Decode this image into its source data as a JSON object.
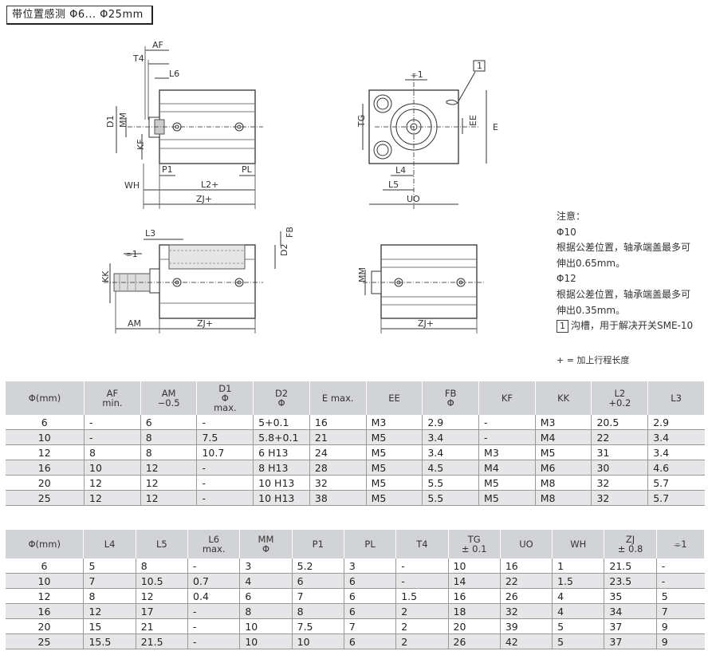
{
  "title": "带位置感测 Φ6... Φ25mm",
  "drawing_labels": {
    "AF": "AF",
    "T4": "T4",
    "L6": "L6",
    "D1": "D1",
    "MM": "MM",
    "KF": "KF",
    "P1": "P1",
    "PL": "PL",
    "WH": "WH",
    "L2": "L2+",
    "ZJ": "ZJ+",
    "slot": "⌯1",
    "callout": "1",
    "TG": "TG",
    "E": "E",
    "EE": "EE",
    "L4": "L4",
    "L5": "L5",
    "UO": "UO",
    "L3": "L3",
    "FB": "FB",
    "D2": "D2",
    "KK": "KK",
    "AM": "AM"
  },
  "notes": {
    "head": "注意：",
    "d10": "Φ10",
    "d10_text1": "根据公差位置，轴承端盖最多可",
    "d10_text2": "伸出0.65mm。",
    "d12": "Φ12",
    "d12_text1": "根据公差位置，轴承端盖最多可",
    "d12_text2": "伸出0.35mm。",
    "box": "1",
    "groove": "沟槽，用于解决开关SME-10",
    "plus": "+ = 加上行程长度"
  },
  "table1": {
    "headers": [
      {
        "l1": "Φ(mm)",
        "l2": ""
      },
      {
        "l1": "AF",
        "l2": "min."
      },
      {
        "l1": "AM",
        "l2": "−0.5"
      },
      {
        "l1": "D1",
        "l2": "Φ",
        "l3": "max."
      },
      {
        "l1": "D2",
        "l2": "Φ"
      },
      {
        "l1": "E max.",
        "l2": ""
      },
      {
        "l1": "EE",
        "l2": ""
      },
      {
        "l1": "FB",
        "l2": "Φ"
      },
      {
        "l1": "KF",
        "l2": ""
      },
      {
        "l1": "KK",
        "l2": ""
      },
      {
        "l1": "L2",
        "l2": "+0.2"
      },
      {
        "l1": "L3",
        "l2": ""
      }
    ],
    "rows": [
      [
        "6",
        "-",
        "6",
        "-",
        "5+0.1",
        "16",
        "M3",
        "2.9",
        "-",
        "M3",
        "20.5",
        "2.9"
      ],
      [
        "10",
        "-",
        "8",
        "7.5",
        "5.8+0.1",
        "21",
        "M5",
        "3.4",
        "-",
        "M4",
        "22",
        "3.4"
      ],
      [
        "12",
        "8",
        "8",
        "10.7",
        "6 H13",
        "24",
        "M5",
        "3.4",
        "M3",
        "M5",
        "31",
        "3.4"
      ],
      [
        "16",
        "10",
        "12",
        "-",
        "8 H13",
        "28",
        "M5",
        "4.5",
        "M4",
        "M6",
        "30",
        "4.6"
      ],
      [
        "20",
        "12",
        "12",
        "-",
        "10 H13",
        "32",
        "M5",
        "5.5",
        "M5",
        "M8",
        "32",
        "5.7"
      ],
      [
        "25",
        "12",
        "12",
        "-",
        "10 H13",
        "38",
        "M5",
        "5.5",
        "M5",
        "M8",
        "32",
        "5.7"
      ]
    ]
  },
  "table2": {
    "headers": [
      {
        "l1": "Φ(mm)",
        "l2": ""
      },
      {
        "l1": "L4",
        "l2": ""
      },
      {
        "l1": "L5",
        "l2": ""
      },
      {
        "l1": "L6",
        "l2": "max."
      },
      {
        "l1": "MM",
        "l2": "Φ"
      },
      {
        "l1": "P1",
        "l2": ""
      },
      {
        "l1": "PL",
        "l2": ""
      },
      {
        "l1": "T4",
        "l2": ""
      },
      {
        "l1": "TG",
        "l2": "± 0.1"
      },
      {
        "l1": "UO",
        "l2": ""
      },
      {
        "l1": "WH",
        "l2": ""
      },
      {
        "l1": "ZJ",
        "l2": "± 0.8"
      },
      {
        "l1": "⌯1",
        "l2": ""
      }
    ],
    "rows": [
      [
        "6",
        "5",
        "8",
        "-",
        "3",
        "5.2",
        "3",
        "-",
        "10",
        "16",
        "1",
        "21.5",
        "-"
      ],
      [
        "10",
        "7",
        "10.5",
        "0.7",
        "4",
        "6",
        "6",
        "-",
        "14",
        "22",
        "1.5",
        "23.5",
        "-"
      ],
      [
        "12",
        "8",
        "12",
        "0.4",
        "6",
        "7",
        "6",
        "1.5",
        "16",
        "26",
        "4",
        "35",
        "5"
      ],
      [
        "16",
        "12",
        "17",
        "-",
        "8",
        "8",
        "6",
        "2",
        "18",
        "32",
        "4",
        "34",
        "7"
      ],
      [
        "20",
        "15",
        "21",
        "-",
        "10",
        "7.5",
        "7",
        "2",
        "20",
        "39",
        "5",
        "37",
        "9"
      ],
      [
        "25",
        "15.5",
        "21.5",
        "-",
        "10",
        "10",
        "6",
        "2",
        "26",
        "42",
        "5",
        "37",
        "9"
      ]
    ]
  }
}
